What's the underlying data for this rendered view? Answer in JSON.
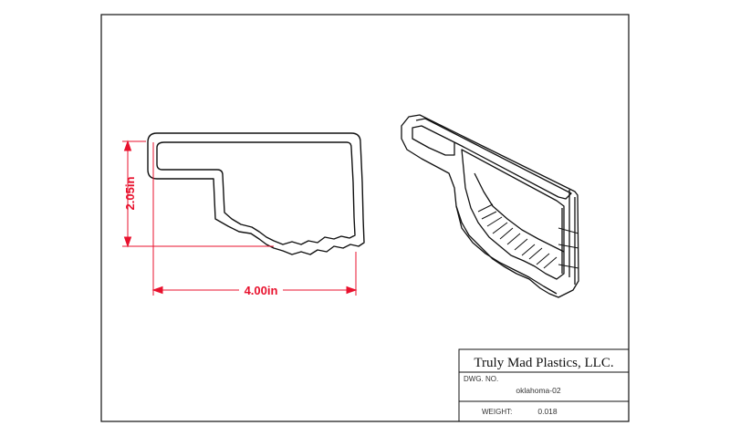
{
  "drawing": {
    "dimension_height": "2.05in",
    "dimension_width": "4.00in",
    "dimension_color": "#e8112d",
    "line_color": "#111111"
  },
  "title_block": {
    "company": "Truly Mad Plastics, LLC.",
    "drawing_no_label": "DWG. NO.",
    "drawing_no": "oklahoma-02",
    "weight_label": "WEIGHT:",
    "weight": "0.018"
  }
}
